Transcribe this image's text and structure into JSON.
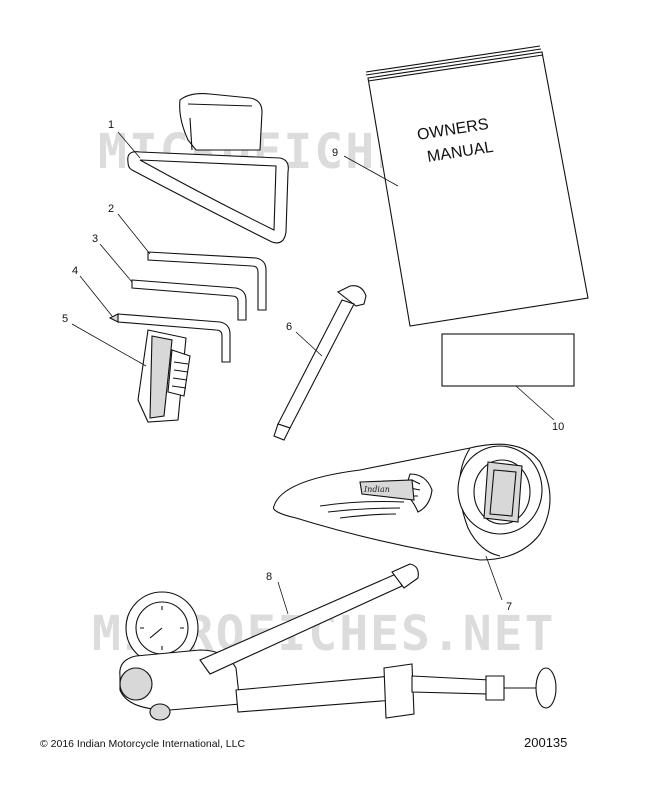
{
  "watermarks": [
    "MICROFICHES.NET",
    "MICROFICHES.NET"
  ],
  "callouts": [
    "1",
    "2",
    "3",
    "4",
    "5",
    "6",
    "7",
    "8",
    "9",
    "10"
  ],
  "manual": {
    "line1": "OWNERS",
    "line2": "MANUAL"
  },
  "logo_text": "Indian",
  "footer": {
    "copyright": "© 2016 Indian Motorcycle International, LLC",
    "part_number": "200135"
  }
}
